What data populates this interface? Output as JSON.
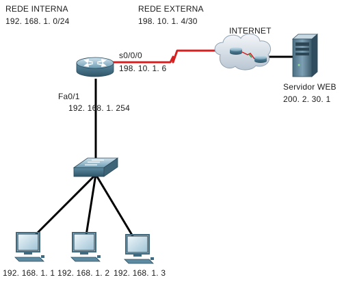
{
  "labels": {
    "internal_network_title": "REDE INTERNA",
    "internal_network_addr": "192. 168. 1. 0/24",
    "external_network_title": "REDE EXTERNA",
    "external_network_addr": "198. 10. 1. 4/30",
    "internet_label": "INTERNET",
    "serial_interface": "s0/0/0",
    "serial_addr": "198. 10. 1. 6",
    "fa_interface": "Fa0/1",
    "fa_addr": "192. 168. 1. 254",
    "server_name": "Servidor WEB",
    "server_addr": "200. 2. 30. 1",
    "pc1_addr": "192. 168. 1. 1",
    "pc2_addr": "192. 168. 1. 2",
    "pc3_addr": "192. 168. 1. 3"
  },
  "icons": {
    "router": "router-icon",
    "switch": "switch-icon",
    "cloud": "internet-cloud-icon",
    "server": "server-icon",
    "pc": "pc-icon"
  },
  "colors": {
    "serial_link": "#d42020",
    "ethernet_link": "#000000",
    "device_blue": "#4f7f96"
  }
}
